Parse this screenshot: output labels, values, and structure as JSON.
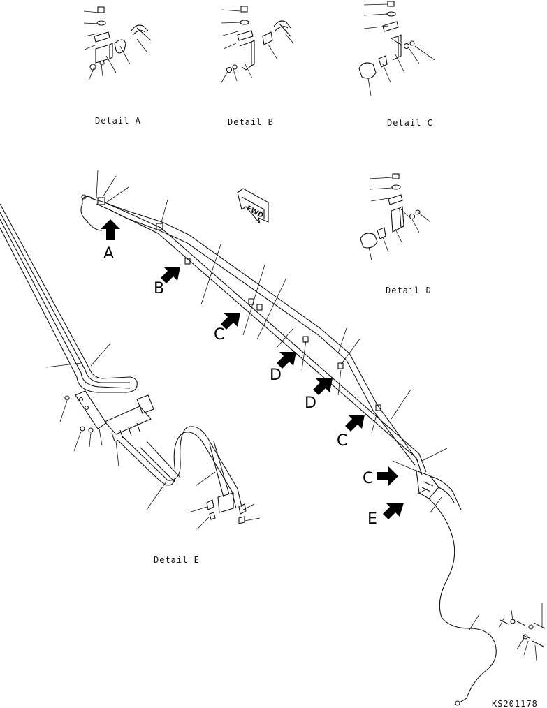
{
  "detail_labels": {
    "a": "Detail A",
    "b": "Detail B",
    "c": "Detail C",
    "d": "Detail D",
    "e": "Detail E"
  },
  "callouts": [
    "A",
    "B",
    "C",
    "D",
    "D",
    "C",
    "C",
    "E"
  ],
  "fwd_label": "FWD",
  "drawing_code": "KS201178",
  "icons": {
    "arrow": "solid-arrow-icon",
    "fwd": "forward-direction-icon"
  }
}
